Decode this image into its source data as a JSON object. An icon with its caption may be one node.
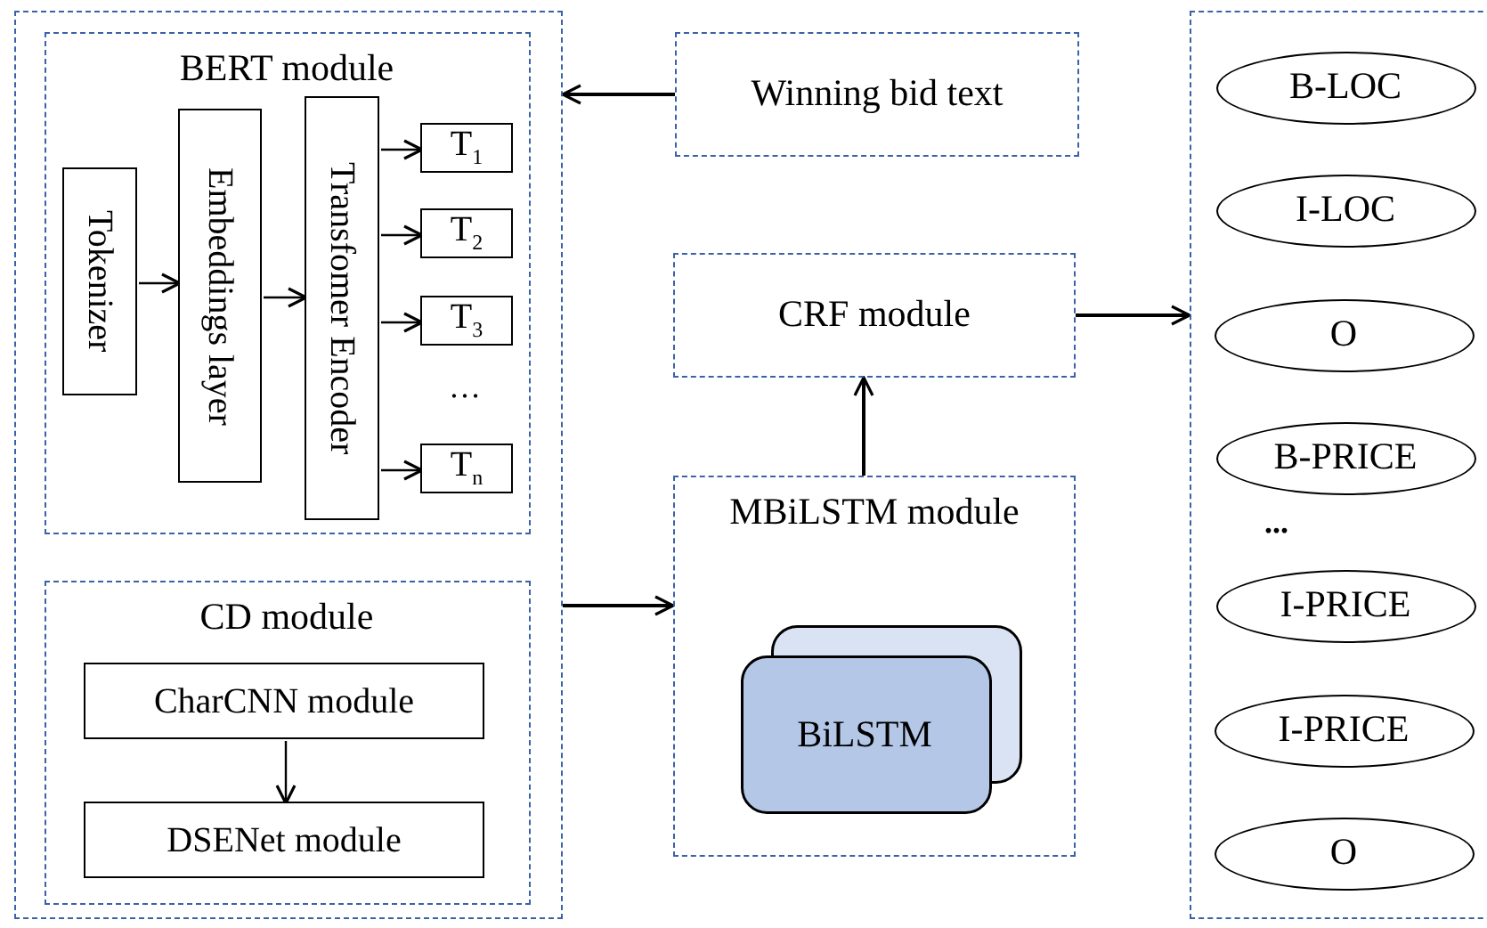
{
  "diagram": {
    "nodes": [
      {
        "text": [],
        "shape": "box"
      },
      {
        "text": [
          "BERT module"
        ],
        "in": 0
      },
      {
        "text": [
          "Tokenizer"
        ],
        "in": 1
      },
      {
        "text": [
          "Embeddings layer"
        ],
        "in": 1
      },
      {
        "text": [
          "Transfomer Encoder"
        ],
        "in": 1
      },
      {
        "text": [
          "T$_{1}$"
        ],
        "in": 1
      },
      {
        "text": [
          "T$_{2}$"
        ],
        "in": 1
      },
      {
        "text": [
          "T$_{3}$"
        ],
        "in": 1
      },
      {
        "text": [
          "T$_{n}$"
        ],
        "in": 1
      },
      {
        "text": [
          "CD module"
        ],
        "in": 0
      },
      {
        "text": [
          "CharCNN module"
        ],
        "in": 9
      },
      {
        "text": [
          "DSENet module"
        ],
        "in": 9
      },
      {
        "text": [
          "Winning bid text"
        ]
      },
      {
        "text": [
          "CRF module"
        ]
      },
      {
        "text": [
          "MBiLSTM module"
        ]
      },
      {
        "text": [
          "BiLSTM"
        ],
        "in": 14
      },
      {
        "text": [],
        "shape": "box"
      },
      {
        "text": [
          "B-LOC"
        ],
        "in": 16
      },
      {
        "text": [
          "I-LOC"
        ],
        "in": 16
      },
      {
        "text": [
          "O"
        ],
        "in": 16
      },
      {
        "text": [
          "B-PRICE"
        ],
        "in": 16
      },
      {
        "text": [
          "I-PRICE"
        ],
        "in": 16
      },
      {
        "text": [
          "I-PRICE"
        ],
        "in": 16
      },
      {
        "text": [
          "O"
        ],
        "in": 16
      }
    ],
    "edges": [
      {
        "from": 2,
        "to": 3,
        "arrow": "to"
      },
      {
        "from": 3,
        "to": 4,
        "arrow": "to"
      },
      {
        "from": 4,
        "to": 5,
        "arrow": "to"
      },
      {
        "from": 4,
        "to": 6,
        "arrow": "to"
      },
      {
        "from": 4,
        "to": 7,
        "arrow": "to"
      },
      {
        "from": 4,
        "to": 8,
        "arrow": "to"
      },
      {
        "from": 10,
        "to": 11,
        "arrow": "to"
      },
      {
        "from": 12,
        "to": 0,
        "arrow": "to"
      },
      {
        "from": 0,
        "to": 14,
        "arrow": "to"
      },
      {
        "from": 14,
        "to": 13,
        "arrow": "to"
      },
      {
        "from": 13,
        "to": 16,
        "arrow": "to"
      }
    ],
    "labels": [
      "…",
      "..."
    ]
  }
}
